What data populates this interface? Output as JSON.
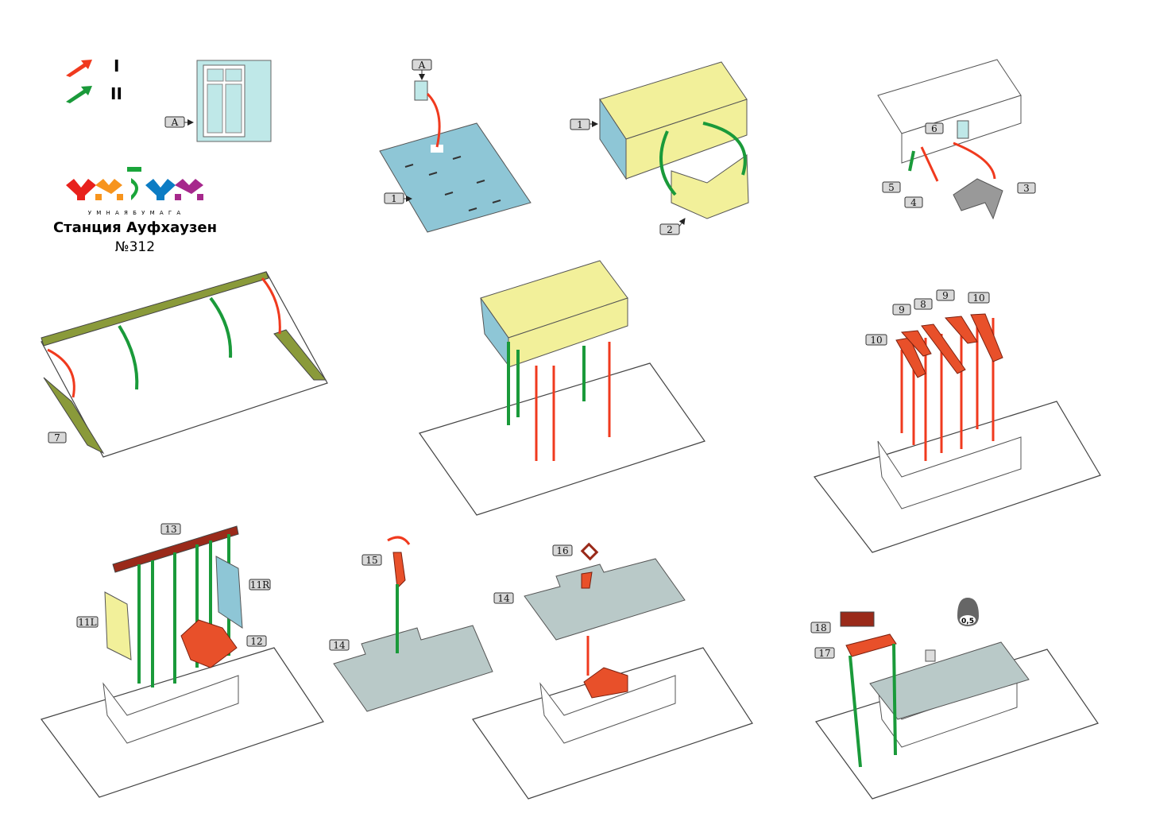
{
  "legend": {
    "step_one": "I",
    "step_two": "II",
    "colors": {
      "step_one": "#f03a1e",
      "step_two": "#1a9a3a"
    }
  },
  "logo": {
    "tagline": "У М Н А Я   Б У М А Г А",
    "letters": "УМБУМ"
  },
  "title": "Станция Ауфхаузен",
  "number": "№312",
  "window_part": {
    "label": "A"
  },
  "labels": {
    "p1_a": "A",
    "p1_1": "1",
    "p2_1": "1",
    "p2_2": "2",
    "p3_6": "6",
    "p3_5": "5",
    "p3_4": "4",
    "p3_3": "3",
    "p4_7": "7",
    "p6_9a": "9",
    "p6_8": "8",
    "p6_9b": "9",
    "p6_10a": "10",
    "p6_10b": "10",
    "p7_13": "13",
    "p7_11r": "11R",
    "p7_11l": "11L",
    "p7_12": "12",
    "p8_15": "15",
    "p8_14": "14",
    "p9_16": "16",
    "p9_14": "14",
    "p10_18": "18",
    "p10_17": "17"
  },
  "weight": {
    "value": "0,5"
  }
}
